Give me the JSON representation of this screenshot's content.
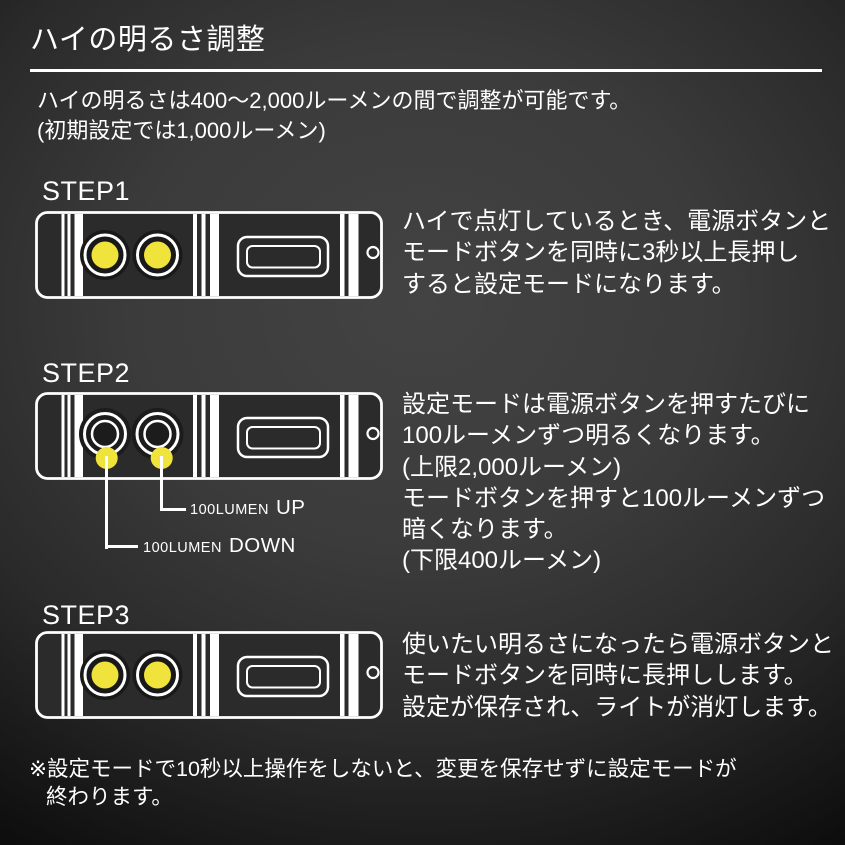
{
  "page": {
    "title": "ハイの明るさ調整",
    "intro_lines": [
      "ハイの明るさは400～2,000ルーメンの間で調整が可能です。",
      "(初期設定では1,000ルーメン)"
    ]
  },
  "steps": [
    {
      "label": "STEP1",
      "lines": [
        "ハイで点灯しているとき、電源ボタンと",
        "モードボタンを同時に3秒以上長押し",
        "すると設定モードになります。"
      ]
    },
    {
      "label": "STEP2",
      "lines": [
        "設定モードは電源ボタンを押すたびに",
        "100ルーメンずつ明るくなります。",
        "(上限2,000ルーメン)",
        "モードボタンを押すと100ルーメンずつ",
        "暗くなります。",
        "(下限400ルーメン)"
      ]
    },
    {
      "label": "STEP3",
      "lines": [
        "使いたい明るさになったら電源ボタンと",
        "モードボタンを同時に長押しします。",
        "設定が保存され、ライトが消灯します。"
      ]
    }
  ],
  "callouts": {
    "up": {
      "prefix": "100LUMEN",
      "word": "UP"
    },
    "down": {
      "prefix": "100LUMEN",
      "word": "DOWN"
    }
  },
  "footnote": {
    "lines": [
      "※設定モードで10秒以上操作をしないと、変更を保存せずに設定モードが",
      "終わります。"
    ]
  },
  "colors": {
    "accent_yellow": "#F0E43C",
    "text": "#FFFFFF",
    "device_outline": "#FFFFFF"
  }
}
